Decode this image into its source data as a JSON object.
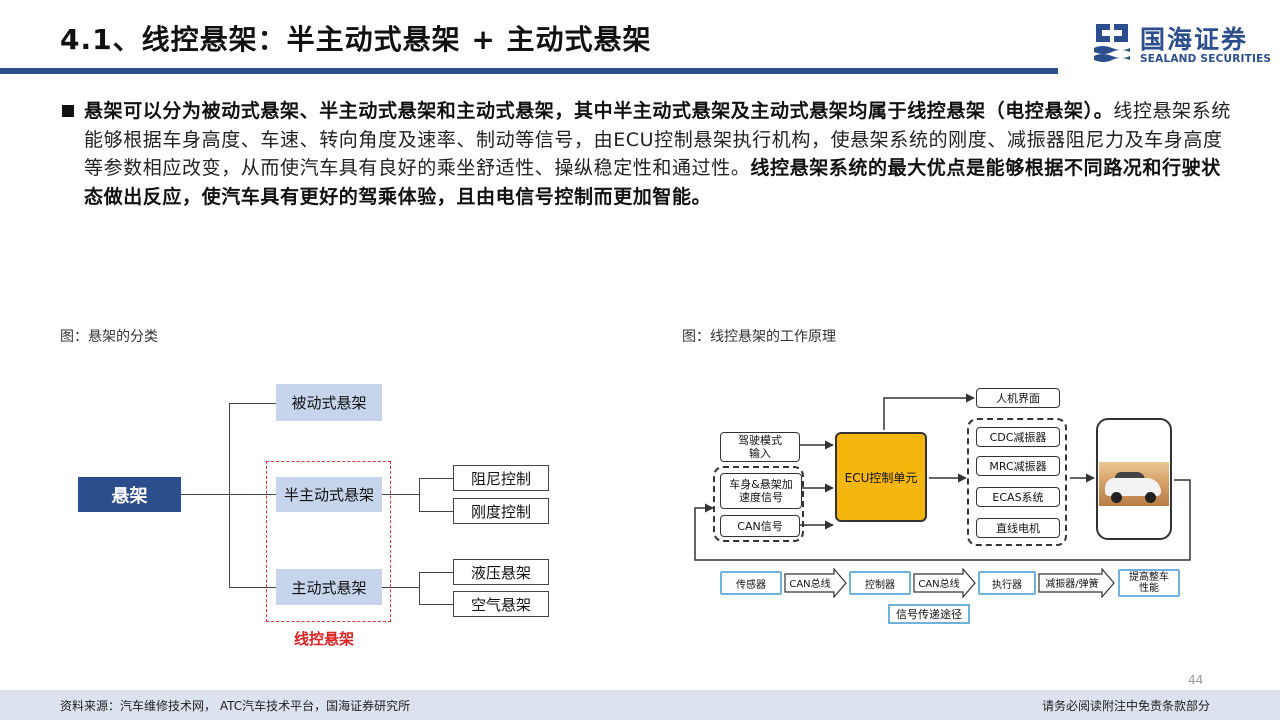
{
  "header": {
    "title": "4.1、线控悬架：半主动式悬架 + 主动式悬架",
    "logo_cn": "国海证券",
    "logo_en": "SEALAND SECURITIES",
    "rule_color": "#2c4e8c"
  },
  "bullet": {
    "seg1": "悬架可以分为被动式悬架、半主动式悬架和主动式悬架，其中半主动式悬架及主动式悬架均属于线控悬架（电控悬架）。",
    "seg2": "线控悬架系统能够根据车身高度、车速、转向角度及速率、制动等信号，由ECU控制悬架执行机构，使悬架系统的刚度、减振器阻尼力及车身高度等参数相应改变，从而使汽车具有良好的乘坐舒适性、操纵稳定性和通过性。",
    "seg3": "线控悬架系统的最大优点是能够根据不同路况和行驶状态做出反应，使汽车具有更好的驾乘体验，且由电信号控制而更加智能。"
  },
  "figure_left": {
    "caption": "图：悬架的分类",
    "root": "悬架",
    "passive": "被动式悬架",
    "semi_active": "半主动式悬架",
    "active": "主动式悬架",
    "damping": "阻尼控制",
    "stiffness": "刚度控制",
    "hydraulic": "液压悬架",
    "air": "空气悬架",
    "group_label": "线控悬架"
  },
  "figure_right": {
    "caption": "图：线控悬架的工作原理",
    "driving_mode": "驾驶模式\n输入",
    "body_signal": "车身&悬架加\n速度信号",
    "can_signal": "CAN信号",
    "ecu": "ECU控制单元",
    "hmi": "人机界面",
    "cdc": "CDC减振器",
    "mrc": "MRC减振器",
    "ecas": "ECAS系统",
    "linear_motor": "直线电机",
    "flow": [
      "传感器",
      "CAN总线",
      "控制器",
      "CAN总线",
      "执行器",
      "减振器/弹簧",
      "提高整车\n性能"
    ],
    "signal_path": "信号传递途径",
    "ecu_color": "#f5b60e",
    "flow_border_color": "#6fb3dc"
  },
  "page_number": "44",
  "footer": {
    "source": "资料来源：汽车维修技术网， ATC汽车技术平台，国海证券研究所",
    "disclaimer": "请务必阅读附注中免责条款部分"
  }
}
